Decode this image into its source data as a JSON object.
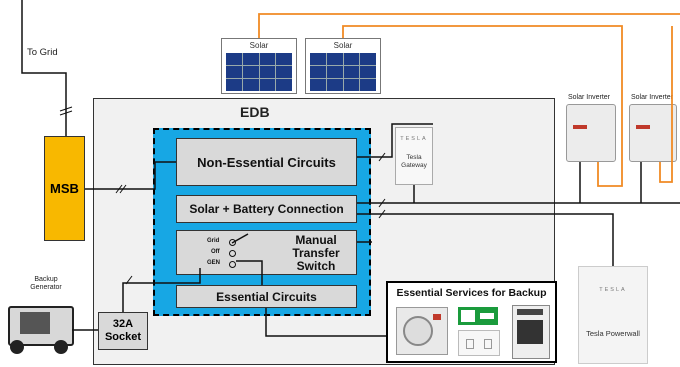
{
  "to_grid": "To Grid",
  "edb_title": "EDB",
  "msb_label": "MSB",
  "solar_panels": [
    {
      "label": "Solar"
    },
    {
      "label": "Solar"
    }
  ],
  "inverters": [
    {
      "label": "Solar Inverter"
    },
    {
      "label": "Solar Inverter"
    }
  ],
  "gateway": {
    "brand": "TESLA",
    "label_line1": "Tesla",
    "label_line2": "Gateway"
  },
  "blocks": {
    "non_essential": "Non-Essential Circuits",
    "solar_battery": "Solar + Battery Connection",
    "mts_line1": "Manual",
    "mts_line2": "Transfer",
    "mts_line3": "Switch",
    "switch_grid": "Grid",
    "switch_off": "Off",
    "switch_gen": "GEN",
    "essential": "Essential Circuits"
  },
  "essential_services": {
    "title": "Essential Services for Backup"
  },
  "socket": {
    "line1": "32A",
    "line2": "Socket"
  },
  "generator": {
    "line1": "Backup",
    "line2": "Generator"
  },
  "powerwall": {
    "brand": "TESLA",
    "label": "Tesla Powerwall"
  },
  "colors": {
    "msb": "#f8b800",
    "enclosure_blue": "#17a7e4",
    "ac_wire_orange": "#f08a24",
    "grey_block": "#d9d9d9",
    "solar_cell": "#1c3b86"
  }
}
